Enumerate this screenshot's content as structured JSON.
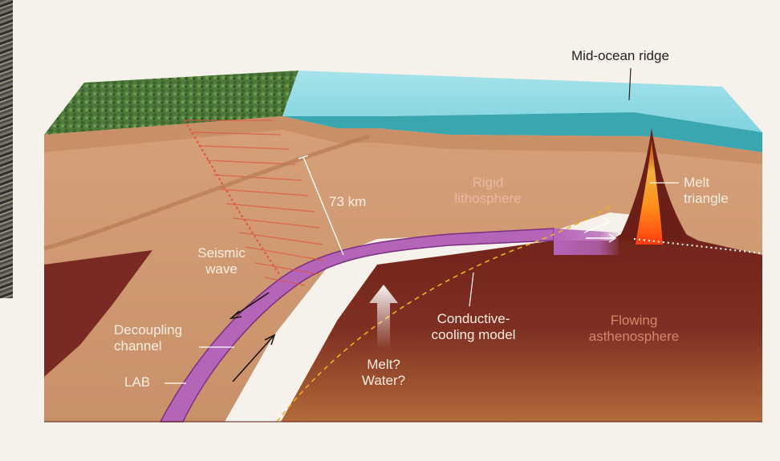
{
  "labels": {
    "mid_ocean_ridge": "Mid-ocean ridge",
    "melt_triangle": [
      "Melt",
      "triangle"
    ],
    "rigid_lithosphere": [
      "Rigid",
      "lithosphere"
    ],
    "thickness": "73 km",
    "seismic_wave": [
      "Seismic",
      "wave"
    ],
    "question_mark": "?",
    "conductive_cooling_model": [
      "Conductive-",
      "cooling model"
    ],
    "flowing_asthenosphere": [
      "Flowing",
      "asthenosphere"
    ],
    "decoupling_channel": [
      "Decoupling",
      "channel"
    ],
    "lab": "LAB",
    "melt_water": [
      "Melt?",
      "Water?"
    ]
  },
  "colors": {
    "background": "#f6f1ea",
    "ocean": "#7fd3df",
    "continent": "#4f7a3a",
    "lithosphere": "#cc9670",
    "asthenosphere": "#7a2a22",
    "decoupling_channel": "#b565b8",
    "melt": "#ff8c1a",
    "seismic": "#e0533a",
    "model_line": "#f0b020"
  },
  "icons": {
    "flow_arrows": "arrow-icon",
    "rising_melt": "up-arrow-icon"
  }
}
